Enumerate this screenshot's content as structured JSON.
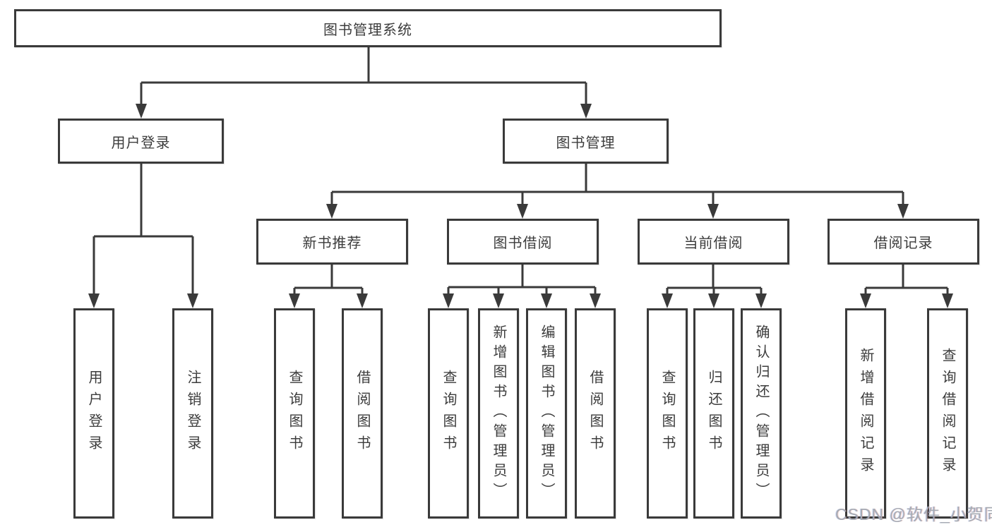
{
  "diagram": {
    "title": "图书管理系统",
    "level2": {
      "user_login": "用户登录",
      "book_mgmt": "图书管理"
    },
    "level3": {
      "new_book_rec": "新书推荐",
      "book_borrow": "图书借阅",
      "current_borrow": "当前借阅",
      "borrow_record": "借阅记录"
    },
    "leaves": {
      "user_login": "用户登录",
      "logout": "注销登录",
      "query_book_a": "查询图书",
      "borrow_book_a": "借阅图书",
      "query_book_b": "查询图书",
      "add_book_admin": "新增图书（管理员）",
      "edit_book_admin": "编辑图书（管理员）",
      "borrow_book_b": "借阅图书",
      "query_book_c": "查询图书",
      "return_book": "归还图书",
      "confirm_return_admin": "确认归还（管理员）",
      "add_borrow_record": "新增借阅记录",
      "query_borrow_record": "查询借阅记录"
    },
    "watermark": "CSDN @软件_小贺同学",
    "colors": {
      "line": "#3a3a3a",
      "box_border": "#3a3a3a",
      "text": "#3c3c3c",
      "background": "#ffffff",
      "watermark": "#a6abb3"
    }
  }
}
